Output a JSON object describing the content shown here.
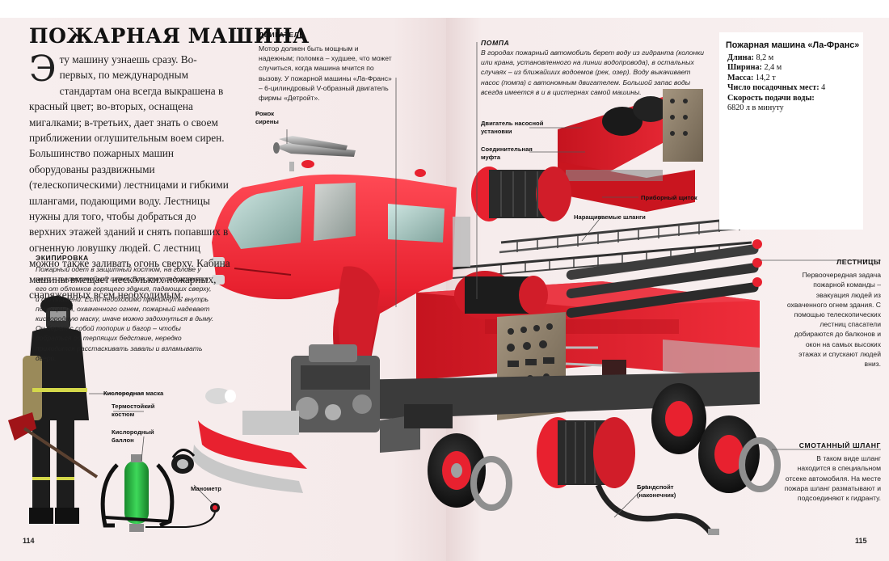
{
  "title": "ПОЖАРНАЯ МАШИНА",
  "intro": {
    "dropcap": "Э",
    "text": "ту машину узнаешь сразу. Во-первых, по международным стандартам она всегда выкрашена в красный цвет; во-вторых, оснащена мигалками; в-третьих, дает знать о своем приближении оглушительным воем сирен. Большинство пожарных машин оборудованы раздвижными (телескопическими) лестницами и гибкими шлангами, подающими воду. Лестницы нужны для того, чтобы добраться до верхних этажей зданий и снять попавших в огненную ловушку людей. С лестниц можно также заливать огонь сверху. Кабина машины вмещает нескольких пожарных, снаряженных всем необходимым."
  },
  "engine_caption": {
    "heading": "ДВИГАТЕЛЬ",
    "text": "Мотор должен быть мощным и надежным; поломка – худшее, что может случиться, когда машина мчится по вызову. У пожарной машины «Ла-Франс» – 6-цилиндровый V-образный двигатель фирмы «Детройт»."
  },
  "pump_caption": {
    "heading": "ПОМПА",
    "text": "В городах пожарный автомобиль берет воду из гидранта (колонки или крана, установленного на линии водопровода), в остальных случаях – из ближайших водоемов (рек, озер). Воду выкачивает насос (помпа) с автономным двигателем. Большой запас воды всегда имеется в и в цистернах самой машины."
  },
  "equipment_caption": {
    "heading": "ЭКИПИРОВКА",
    "text": "Пожарный одет в защитный костюм, на голове у него – термостойкий шлем. Все это предохраняет его от обломков горящего здания, падающих сверху, и от пламени. Если необходимо проникнуть внутрь помещения, охваченного огнем, пожарный надевает кислородную маску, иначе можно задохнуться в дыму. Он берет с собой топорик и багор – чтобы добраться до терпящих бедствие, нередко приходится расстаскивать завалы и взламывать двери."
  },
  "ladders_caption": {
    "heading": "ЛЕСТНИЦЫ",
    "text": "Первоочередная задача пожарной команды – эвакуация людей из охваченного огнем здания. С помощью телескопических лестниц спасатели добираются до балконов и окон на самых высоких этажах и спускают людей вниз."
  },
  "hose_caption": {
    "heading": "СМОТАННЫЙ ШЛАНГ",
    "text": "В таком виде шланг находится в специальном отсеке автомобиля. На месте пожара шланг разматывают и подсоединяют к гидранту."
  },
  "labels": {
    "siren": "Рожок сирены",
    "pump_engine": "Двигатель насосной установки",
    "coupling": "Соединительная муфта",
    "panel": "Приборный щиток",
    "extension_hoses": "Наращиваемые шланги",
    "oxygen_mask": "Кислородная маска",
    "heat_suit": "Термостойкий костюм",
    "oxygen_tank": "Кислородный баллон",
    "gauge": "Манометр",
    "nozzle": "Брандспойт (наконечник)"
  },
  "specs": {
    "title": "Пожарная машина «Ла-Франс»",
    "length_label": "Длина:",
    "length_value": "8,2 м",
    "width_label": "Ширина:",
    "width_value": "2,4 м",
    "mass_label": "Масса:",
    "mass_value": "14,2 т",
    "seats_label": "Число посадочных мест:",
    "seats_value": "4",
    "rate_label": "Скорость подачи воды:",
    "rate_value": "6820 л в минуту"
  },
  "page_left": "114",
  "page_right": "115",
  "colors": {
    "truck_red": "#e8212f",
    "dark_red": "#b3121d",
    "steel": "#8f8f8f",
    "tank_green": "#2fbf4a"
  }
}
